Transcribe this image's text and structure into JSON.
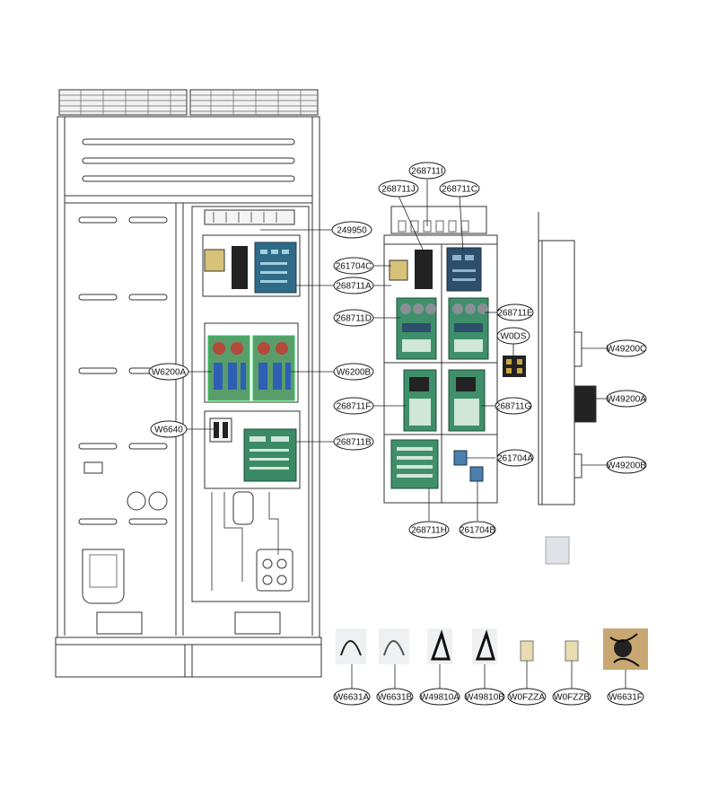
{
  "callouts": {
    "c249950": "249950",
    "c261704C": "261704C",
    "c268711A": "268711A",
    "c268711D": "268711D",
    "c268711E": "268711E",
    "c268711F": "268711F",
    "c268711G": "268711G",
    "c268711B": "268711B",
    "c268711H": "268711H",
    "c268711I": "268711I",
    "c268711J": "268711J",
    "c268711C": "268711C",
    "c261704A": "261704A",
    "c261704B": "261704B",
    "W6200A": "W6200A",
    "W6200B": "W6200B",
    "W6640": "W6640",
    "W0DS": "W0DS",
    "W49200C": "W49200C",
    "W49200A": "W49200A",
    "W49200B": "W49200B",
    "W6631A": "W6631A",
    "W6631B": "W6631B",
    "W49810A": "W49810A",
    "W49810B": "W49810B",
    "W0FZZA": "W0FZZA",
    "W0FZZB": "W0FZZB",
    "W6631F": "W6631F"
  },
  "colors": {
    "line": "#333333",
    "board_green": "#3f8f6a",
    "board_dark": "#2d4f6b",
    "capacitor": "#8a8f96",
    "coil_red": "#b34a3a"
  }
}
